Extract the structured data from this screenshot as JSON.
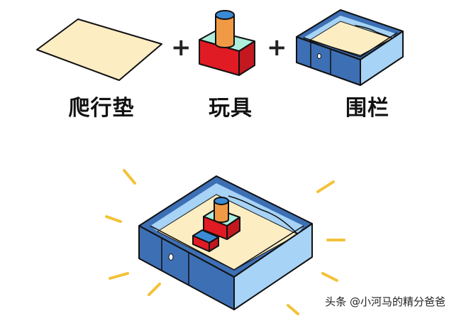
{
  "items": [
    {
      "label": "爬行垫"
    },
    {
      "label": "玩具"
    },
    {
      "label": "围栏"
    }
  ],
  "operators": [
    "+",
    "+"
  ],
  "watermark": "头条 @小河马的精分爸爸",
  "colors": {
    "mat": "#fdedc3",
    "fence_outer": "#3d6fb4",
    "fence_inner": "#a6d3f6",
    "block_red": "#e01b24",
    "block_mint": "#aeeedd",
    "cylinder": "#f19a46",
    "cylinder_top": "#3a8bd6",
    "burst": "#f3c238"
  },
  "icons": [
    "mat-icon",
    "toy-icon",
    "fence-icon",
    "combined-playpen-icon"
  ]
}
